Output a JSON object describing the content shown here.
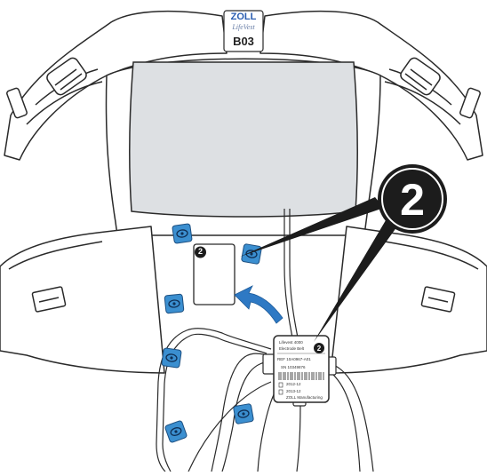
{
  "vest_tag": {
    "brand": "ZOLL",
    "product": "LifeVest",
    "size": "B03"
  },
  "callout": {
    "step_number": "2",
    "marker_number": "2"
  },
  "electrode_unit": {
    "number": "2",
    "line1": "Lifevest 4000",
    "line2": "Electrode Belt",
    "ref": "REF 10A0967-A01",
    "sn": "SN 10349876",
    "date1": "2012-12",
    "date2": "2013-12",
    "mfr": "ZOLL Manufacturing"
  },
  "colors": {
    "electrode": "#3b8fd0",
    "arrow": "#2e79c4",
    "back_panel": "#dde0e3",
    "outline": "#2a2a2a",
    "callout_fill": "#1c1c1c"
  }
}
